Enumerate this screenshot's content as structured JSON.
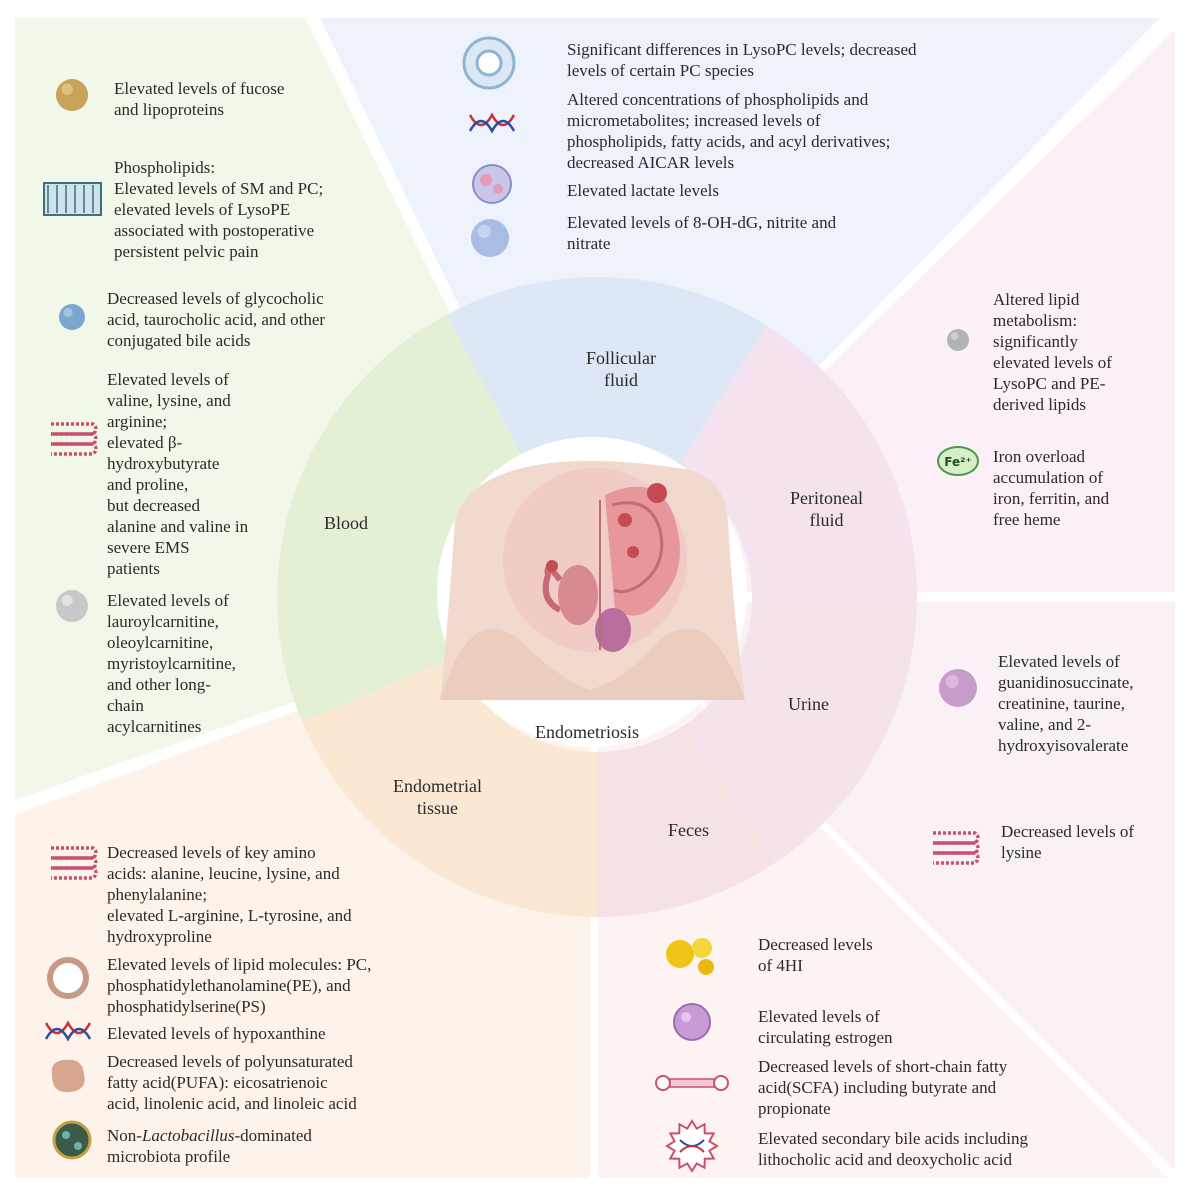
{
  "center_label": "Endometriosis",
  "segments": {
    "follicular_fluid": [
      "Follicular",
      "fluid"
    ],
    "peritoneal_fluid": [
      "Peritoneal",
      "fluid"
    ],
    "urine": [
      "Urine"
    ],
    "feces": [
      "Feces"
    ],
    "endometrial_tissue": [
      "Endometrial",
      "tissue"
    ],
    "blood": [
      "Blood"
    ]
  },
  "follicular_fluid_findings": [
    {
      "icon": "liposome-icon",
      "lines": [
        "Significant differences in LysoPC levels; decreased",
        "levels of certain PC species"
      ]
    },
    {
      "icon": "dna-icon",
      "lines": [
        "Altered concentrations of phospholipids and",
        "micrometabolites; increased levels of",
        "phospholipids, fatty acids, and acyl derivatives;",
        "decreased AICAR levels"
      ]
    },
    {
      "icon": "cell-cluster-icon",
      "lines": [
        "Elevated lactate levels"
      ]
    },
    {
      "icon": "blue-sphere-icon",
      "lines": [
        "Elevated levels of 8-OH-dG, nitrite and",
        "nitrate"
      ]
    }
  ],
  "blood_findings": [
    {
      "icon": "gold-sphere-icon",
      "lines": [
        "Elevated levels of fucose",
        "and lipoproteins"
      ]
    },
    {
      "icon": "lipid-bilayer-icon",
      "lines": [
        "Phospholipids:",
        "Elevated levels of SM and PC;",
        "elevated levels of LysoPE",
        "associated with postoperative",
        "persistent pelvic pain"
      ]
    },
    {
      "icon": "light-blue-sphere-icon",
      "lines": [
        "Decreased levels of glycocholic",
        "acid, taurocholic acid, and other",
        "conjugated bile acids"
      ]
    },
    {
      "icon": "peptide-chain-icon",
      "lines": [
        "Elevated levels of",
        "valine, lysine, and",
        "arginine;",
        "elevated β-",
        "hydroxybutyrate",
        "and proline,",
        "but decreased",
        "alanine and valine in",
        "severe EMS",
        "patients"
      ]
    },
    {
      "icon": "pearl-sphere-icon",
      "lines": [
        "Elevated levels of",
        "lauroylcarnitine,",
        "oleoylcarnitine,",
        "myristoylcarnitine,",
        "and other long-",
        "chain",
        "acylcarnitines"
      ]
    }
  ],
  "peritoneal_findings": [
    {
      "icon": "gray-sphere-icon",
      "lines": [
        "Altered lipid",
        "metabolism:",
        "significantly",
        "elevated levels of",
        "LysoPC and PE-",
        "derived lipids"
      ]
    },
    {
      "icon": "iron-icon",
      "badge": "Fe²⁺",
      "lines": [
        "Iron overload",
        "accumulation of",
        "iron, ferritin, and",
        "free heme"
      ]
    }
  ],
  "urine_findings": [
    {
      "icon": "purple-sphere-icon",
      "lines": [
        "Elevated levels of",
        "guanidinosuccinate,",
        "creatinine, taurine,",
        "valine, and 2-",
        "hydroxyisovalerate"
      ]
    },
    {
      "icon": "peptide-chain-icon",
      "lines": [
        "Decreased levels of",
        "lysine"
      ]
    }
  ],
  "feces_findings": [
    {
      "icon": "yellow-molecule-icon",
      "lines": [
        "Decreased levels",
        "of 4HI"
      ]
    },
    {
      "icon": "estrogen-sphere-icon",
      "lines": [
        "Elevated levels of",
        "circulating estrogen"
      ]
    },
    {
      "icon": "dumbbell-icon",
      "lines": [
        "Decreased levels of short-chain fatty",
        "acid(SCFA) including butyrate and",
        "propionate"
      ]
    },
    {
      "icon": "spiky-dna-icon",
      "lines": [
        "Elevated secondary bile acids including",
        "lithocholic acid and deoxycholic acid"
      ]
    }
  ],
  "endometrial_findings": [
    {
      "icon": "peptide-chain-icon",
      "lines": [
        "Decreased levels of key amino",
        "acids: alanine, leucine, lysine, and",
        "phenylalanine;",
        "elevated L-arginine, L-tyrosine, and",
        "hydroxyproline"
      ]
    },
    {
      "icon": "ring-icon",
      "lines": [
        "Elevated levels of lipid molecules: PC,",
        "phosphatidylethanolamine(PE), and",
        "phosphatidylserine(PS)"
      ]
    },
    {
      "icon": "dna-icon",
      "lines": [
        "Elevated levels of hypoxanthine"
      ]
    },
    {
      "icon": "pufa-blob-icon",
      "lines": [
        "Decreased levels of polyunsaturated",
        "fatty acid(PUFA): eicosatrienoic",
        "acid, linolenic acid, and linoleic acid"
      ]
    },
    {
      "icon": "microbe-icon",
      "lines_rich": [
        [
          {
            "t": "Non-"
          },
          {
            "t": "Lactobacillus",
            "i": true
          },
          {
            "t": "-dominated"
          }
        ],
        [
          {
            "t": "microbiota profile"
          }
        ]
      ]
    }
  ],
  "colors": {
    "follicular": "#eef3fb",
    "peritoneal": "#fbf0f8",
    "urine": "#faf1f6",
    "feces": "#fdf3f3",
    "endometrial": "#fdf3ea",
    "blood": "#f1f8ea"
  }
}
